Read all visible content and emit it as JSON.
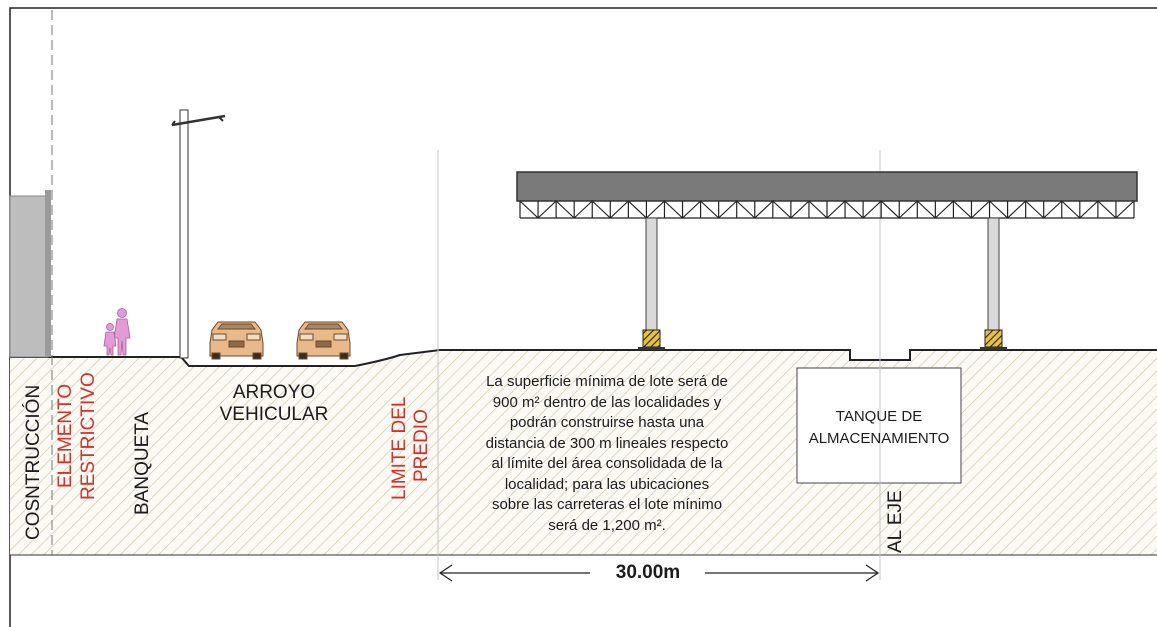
{
  "labels": {
    "construccion": "COSNTRUCCIÓN",
    "elemento_1": "ELEMENTO",
    "elemento_2": "RESTRICTIVO",
    "banqueta": "BANQUETA",
    "arroyo_1": "ARROYO",
    "arroyo_2": "VEHICULAR",
    "limite_1": "LIMITE DEL",
    "limite_2": "PREDIO",
    "tanque_1": "TANQUE DE",
    "tanque_2": "ALMACENAMIENTO",
    "al_eje": "AL EJE",
    "dimension": "30.00m"
  },
  "note": [
    "La superficie mínima de lote será de",
    "900 m² dentro de las localidades y",
    "podrán construirse hasta una",
    "distancia de 300 m lineales respecto",
    "al límite del área consolidada de la",
    "localidad; para las ubicaciones",
    "sobre las carreteras el lote mínimo",
    "será de 1,200 m²."
  ],
  "colors": {
    "restrictive_text": "#d3312c",
    "canopy": "#7a7a7a",
    "figures": "#e39ad6",
    "cars": "#e7b98b",
    "hatch": "#c9c2a2"
  }
}
